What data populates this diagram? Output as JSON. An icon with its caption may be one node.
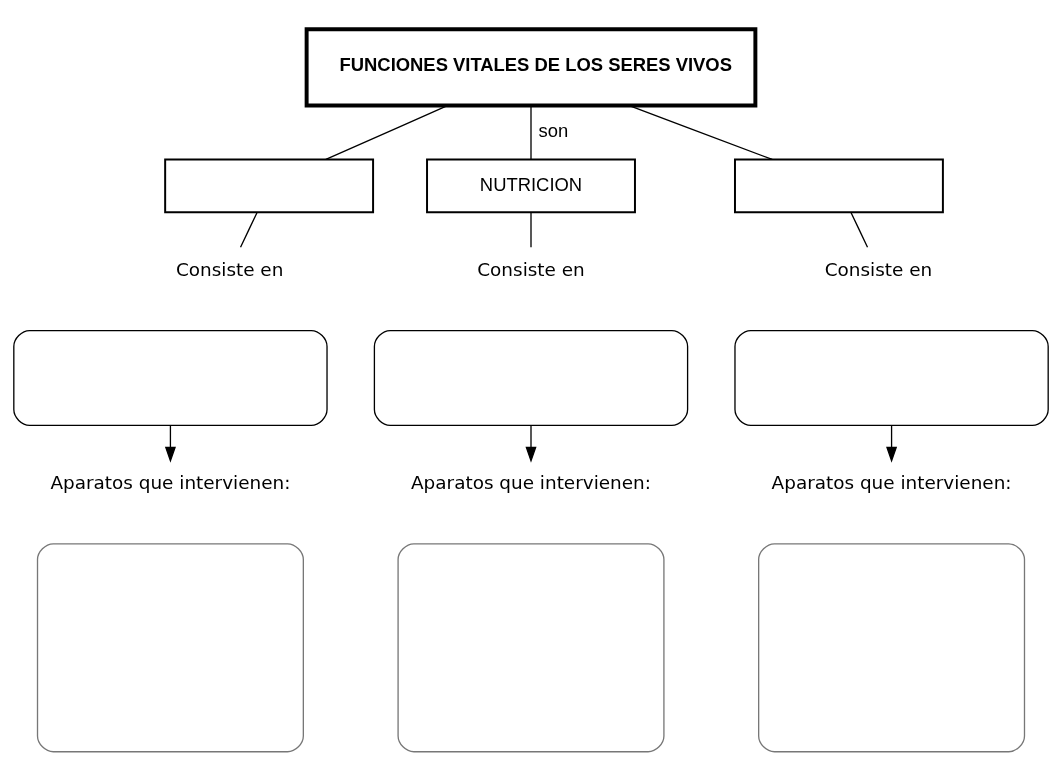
{
  "diagram": {
    "nodes": [
      {
        "text": [
          "FUNCIONES VITALES DE LOS SERES VIVOS"
        ]
      },
      {
        "text": [],
        "shape": "box"
      },
      {
        "text": [
          "NUTRICION"
        ]
      },
      {
        "text": [],
        "shape": "box"
      },
      {
        "text": [
          "Consiste en"
        ]
      },
      {
        "text": [
          "Consiste en"
        ]
      },
      {
        "text": [
          "Consiste en"
        ]
      },
      {
        "text": [],
        "shape": "box"
      },
      {
        "text": [],
        "shape": "box"
      },
      {
        "text": [],
        "shape": "box"
      },
      {
        "text": [
          "Aparatos que intervienen:"
        ]
      },
      {
        "text": [
          "Aparatos que intervienen:"
        ]
      },
      {
        "text": [
          "Aparatos que intervienen:"
        ]
      },
      {
        "text": [],
        "shape": "bracket"
      },
      {
        "text": [],
        "shape": "bracket"
      },
      {
        "text": [],
        "shape": "bracket"
      }
    ],
    "edges": [
      {
        "from": 0,
        "to": 1,
        "arrow": "none"
      },
      {
        "from": 0,
        "to": 2,
        "arrow": "none",
        "label": "son"
      },
      {
        "from": 0,
        "to": 3,
        "arrow": "none"
      },
      {
        "from": 1,
        "to": 4,
        "arrow": "none"
      },
      {
        "from": 2,
        "to": 5,
        "arrow": "none"
      },
      {
        "from": 3,
        "to": 6,
        "arrow": "none"
      },
      {
        "from": 7,
        "to": 10,
        "arrow": "to"
      },
      {
        "from": 8,
        "to": 11,
        "arrow": "to"
      },
      {
        "from": 9,
        "to": 12,
        "arrow": "to"
      }
    ]
  }
}
